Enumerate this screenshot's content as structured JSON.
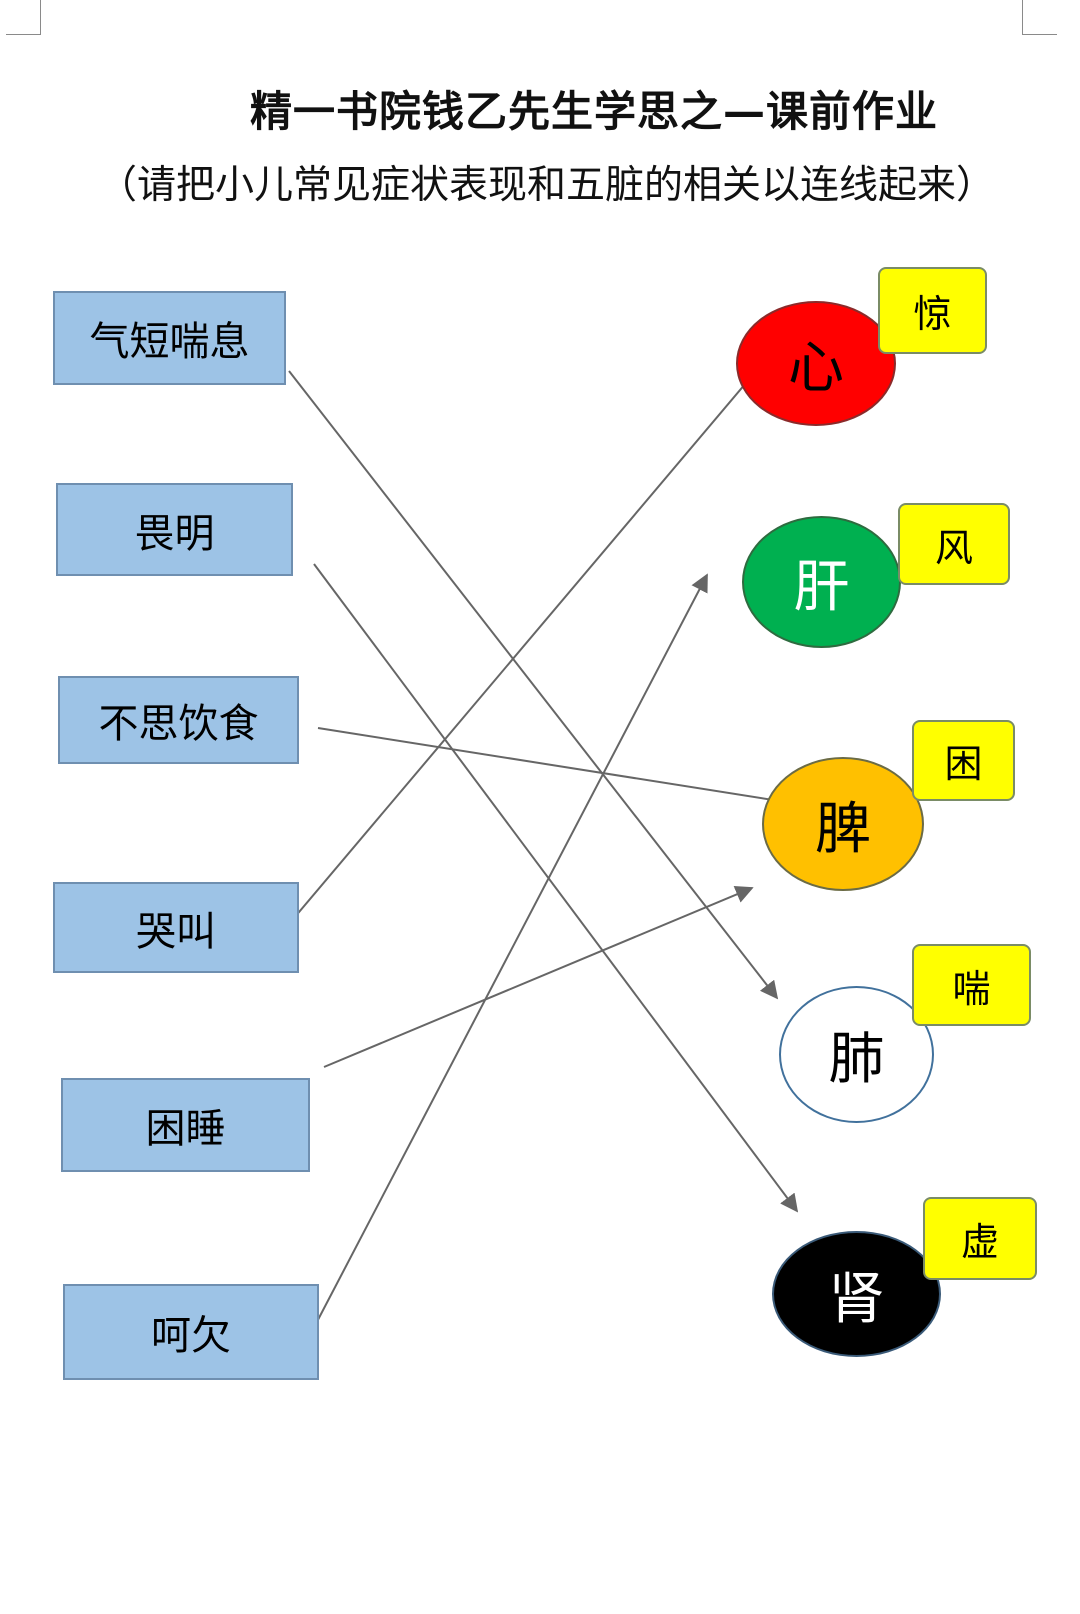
{
  "title": "精一书院钱乙先生学思之—课前作业",
  "subtitle": "（请把小儿常见症状表现和五脏的相关以连线起来）",
  "symptoms": [
    {
      "id": "s1",
      "label": "气短喘息"
    },
    {
      "id": "s2",
      "label": "畏明"
    },
    {
      "id": "s3",
      "label": "不思饮食"
    },
    {
      "id": "s4",
      "label": "哭叫"
    },
    {
      "id": "s5",
      "label": "困睡"
    },
    {
      "id": "s6",
      "label": "呵欠"
    }
  ],
  "organs": [
    {
      "id": "o1",
      "label": "心",
      "tag": "惊",
      "fill": "#ff0000",
      "text_color": "#000000"
    },
    {
      "id": "o2",
      "label": "肝",
      "tag": "风",
      "fill": "#00b050",
      "text_color": "#ffffff"
    },
    {
      "id": "o3",
      "label": "脾",
      "tag": "困",
      "fill": "#ffc000",
      "text_color": "#000000"
    },
    {
      "id": "o4",
      "label": "肺",
      "tag": "喘",
      "fill": "#ffffff",
      "text_color": "#000000"
    },
    {
      "id": "o5",
      "label": "肾",
      "tag": "虚",
      "fill": "#000000",
      "text_color": "#ffffff"
    }
  ],
  "connections": [
    {
      "from": "气短喘息",
      "to": "肺"
    },
    {
      "from": "畏明",
      "to": "肾"
    },
    {
      "from": "不思饮食",
      "to": "脾"
    },
    {
      "from": "哭叫",
      "to": "心"
    },
    {
      "from": "困睡",
      "to": "脾"
    },
    {
      "from": "呵欠",
      "to": "肝"
    }
  ],
  "colors": {
    "box_fill": "#9dc3e6",
    "tag_fill": "#ffff00",
    "arrow": "#666666"
  }
}
